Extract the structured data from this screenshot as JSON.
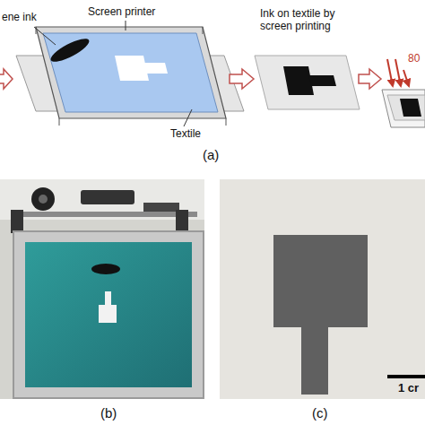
{
  "diagram": {
    "labels": [
      "ene ink",
      "Screen printer",
      "Textile",
      "Ink on textile by screen printing",
      "80",
      "(a)",
      "(b)",
      "(c)",
      "1 cr"
    ]
  }
}
